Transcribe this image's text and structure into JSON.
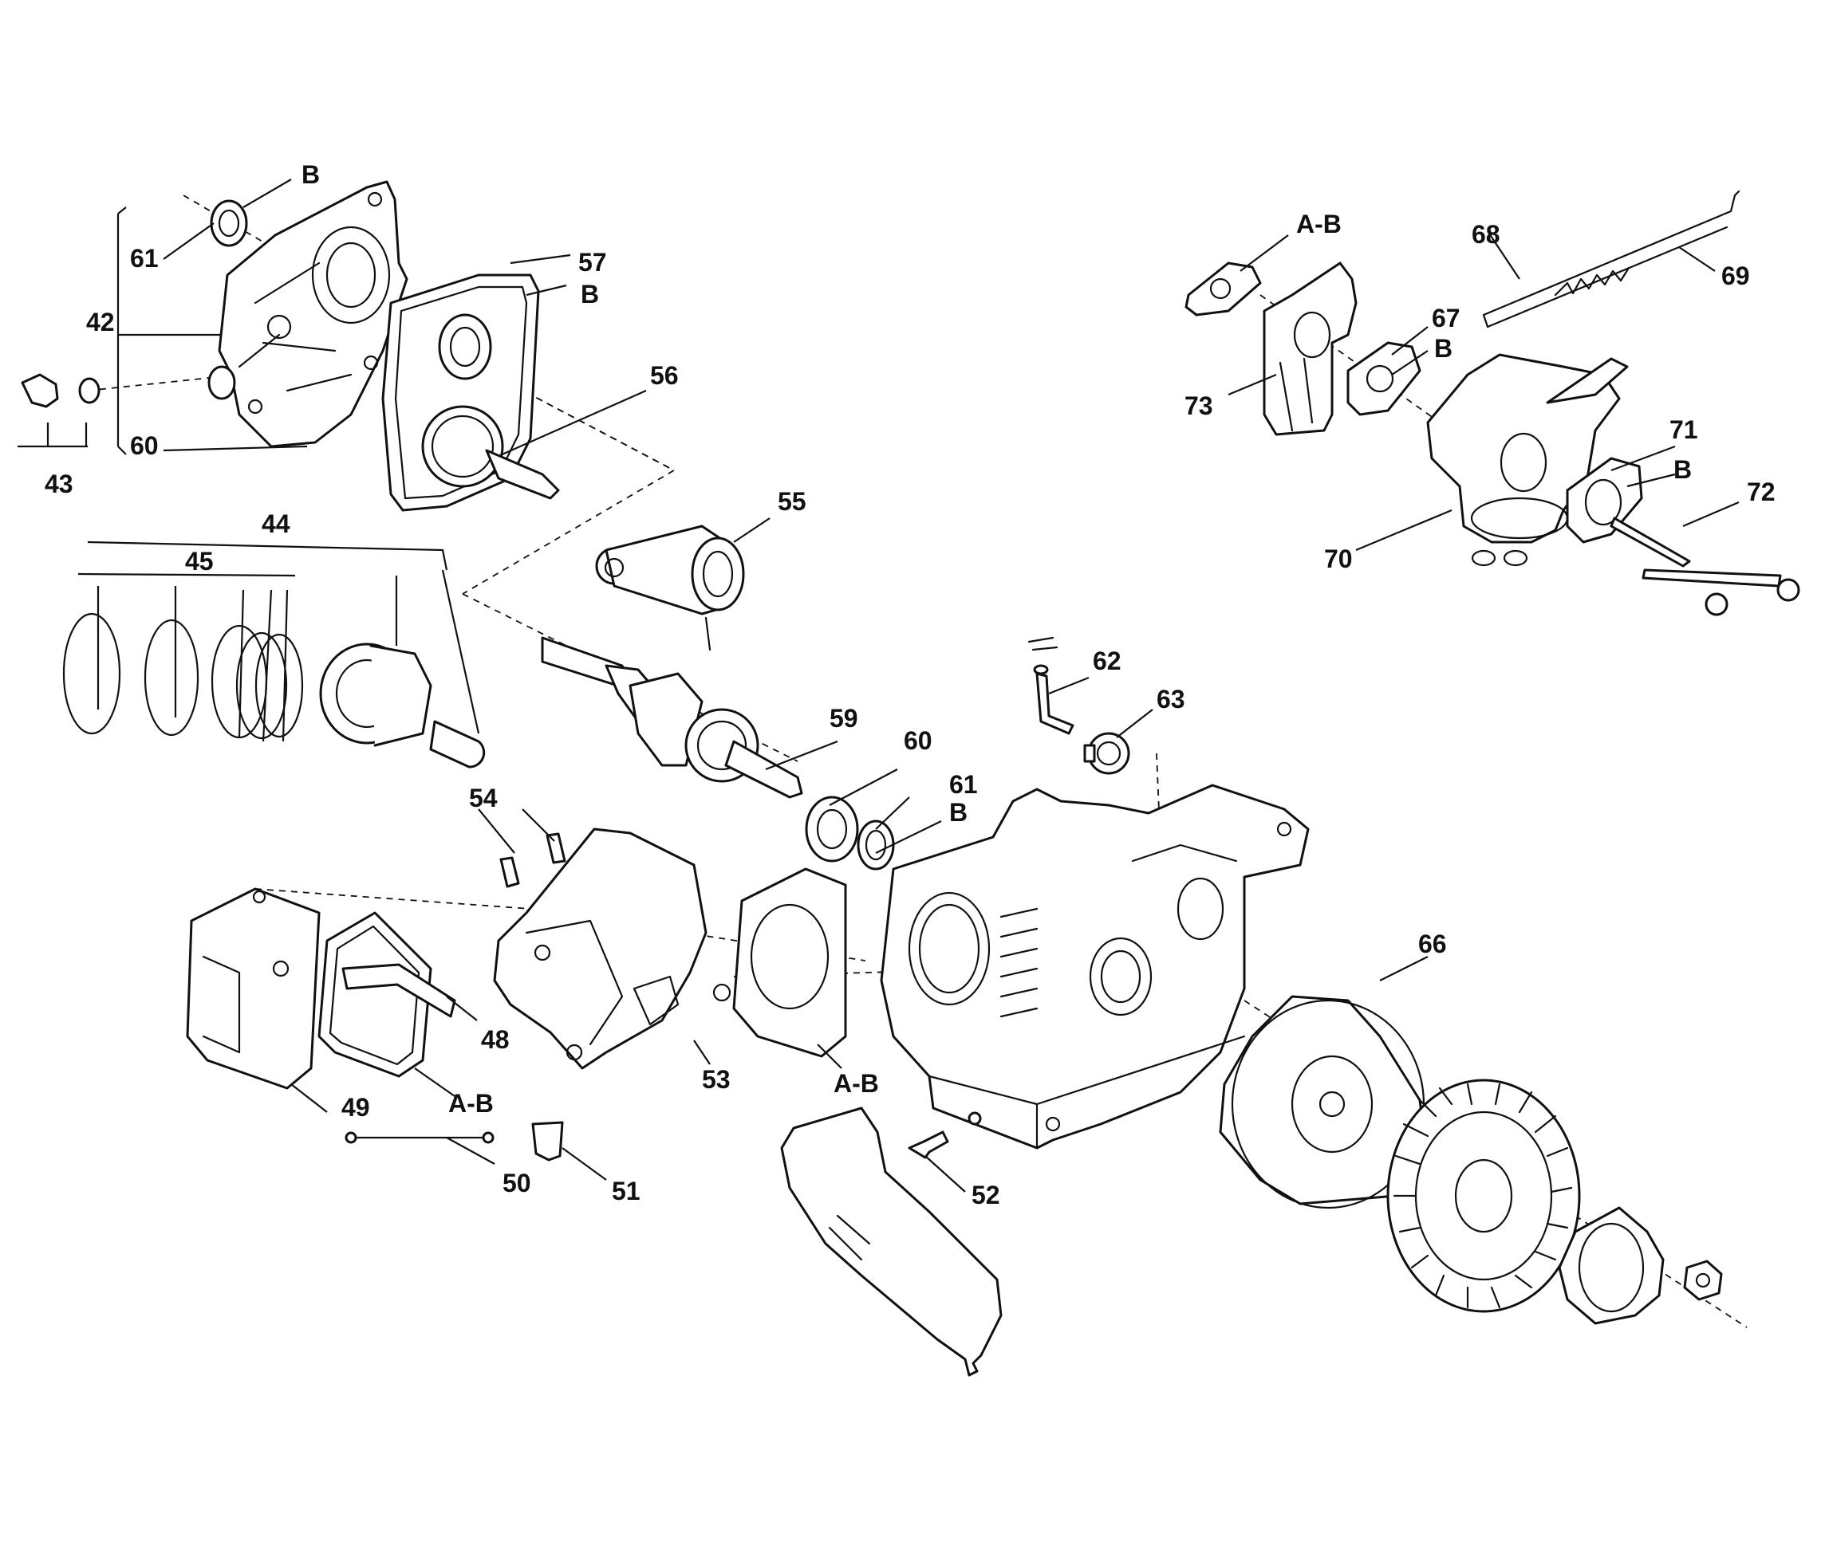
{
  "colors": {
    "ink": "#111111",
    "paper": "#ffffff"
  },
  "labels": {
    "l_B_top": "B",
    "l_61_top": "61",
    "l_42": "42",
    "l_60_left": "60",
    "l_43": "43",
    "l_57": "57",
    "l_B_57": "B",
    "l_56": "56",
    "l_44": "44",
    "l_45": "45",
    "l_55": "55",
    "l_59": "59",
    "l_60_mid": "60",
    "l_61_mid": "61",
    "l_B_mid": "B",
    "l_54": "54",
    "l_48": "48",
    "l_49": "49",
    "l_AB_gasket": "A-B",
    "l_50": "50",
    "l_51": "51",
    "l_53": "53",
    "l_AB_head": "A-B",
    "l_52": "52",
    "l_62": "62",
    "l_63": "63",
    "l_66": "66",
    "l_AB_top": "A-B",
    "l_73": "73",
    "l_68": "68",
    "l_69": "69",
    "l_67": "67",
    "l_B_67": "B",
    "l_70": "70",
    "l_71": "71",
    "l_B_71": "B",
    "l_72": "72"
  }
}
